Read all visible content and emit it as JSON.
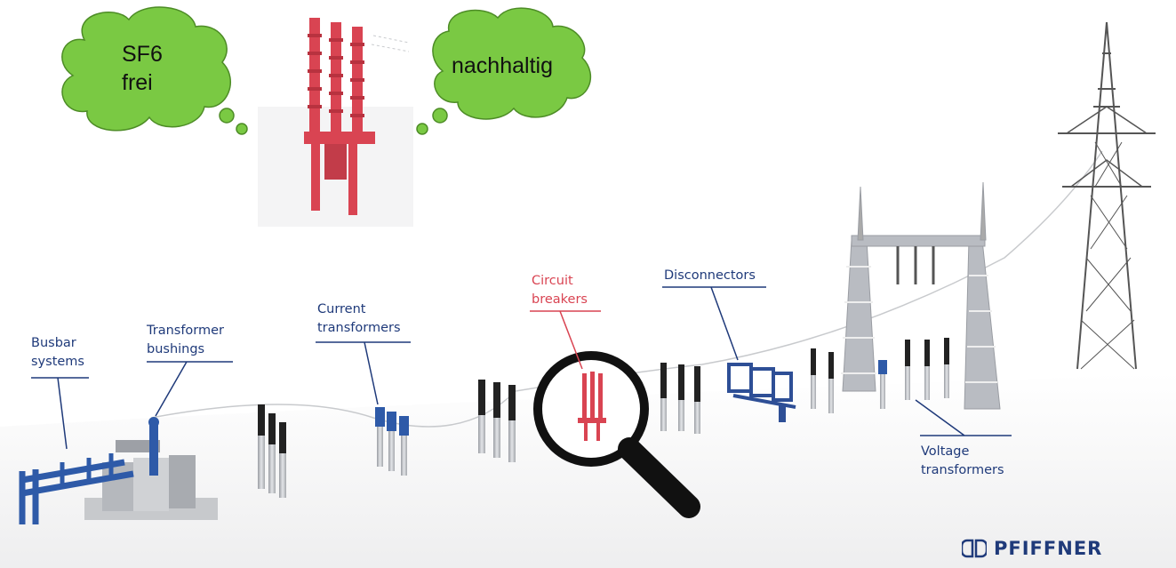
{
  "clouds": [
    {
      "text": "SF6\nfrei"
    },
    {
      "text": "nachhaltig"
    }
  ],
  "labels": {
    "busbar": "Busbar\nsystems",
    "transformer_bushings": "Transformer\nbushings",
    "current_transformers": "Current\ntransformers",
    "circuit_breakers": "Circuit\nbreakers",
    "disconnectors": "Disconnectors",
    "voltage_transformers": "Voltage\ntransformers"
  },
  "brand": {
    "name": "PFIFFNER"
  },
  "colors": {
    "label_blue": "#1f3a7a",
    "highlight_red": "#d94452",
    "cloud_green": "#7ac943",
    "equipment_grey": "#b9bcc2"
  }
}
